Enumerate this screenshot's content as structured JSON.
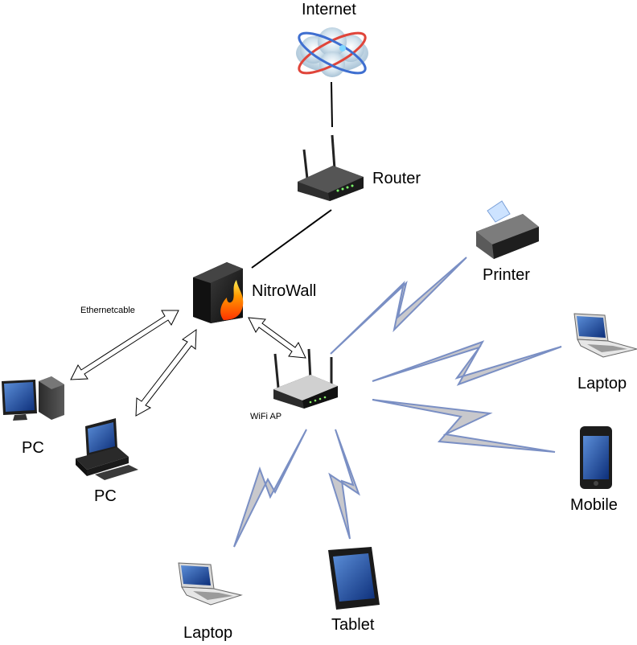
{
  "nodes": {
    "internet": {
      "label": "Internet",
      "icon": "cloud-globe-icon"
    },
    "router": {
      "label": "Router",
      "icon": "router-icon"
    },
    "firewall": {
      "label": "NitroWall",
      "icon": "firewall-icon"
    },
    "wifi_ap": {
      "label": "WiFi AP",
      "icon": "wifi-access-point-icon"
    },
    "printer": {
      "label": "Printer",
      "icon": "printer-icon"
    },
    "laptop_right": {
      "label": "Laptop",
      "icon": "laptop-icon"
    },
    "mobile": {
      "label": "Mobile",
      "icon": "mobile-phone-icon"
    },
    "tablet": {
      "label": "Tablet",
      "icon": "tablet-icon"
    },
    "laptop_bottom": {
      "label": "Laptop",
      "icon": "laptop-icon"
    },
    "pc_left": {
      "label": "PC",
      "icon": "desktop-pc-icon"
    },
    "pc_center": {
      "label": "PC",
      "icon": "desktop-pc-icon"
    }
  },
  "connections": {
    "cable_label": "Ethernetcable"
  },
  "colors": {
    "lightning_fill": "#c8c8cc",
    "lightning_stroke": "#7a8fc4",
    "line": "#000000"
  }
}
